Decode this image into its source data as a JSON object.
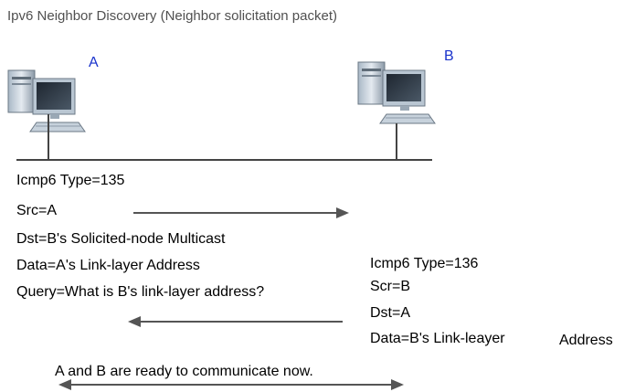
{
  "title": "Ipv6 Neighbor Discovery (Neighbor solicitation packet)",
  "hosts": {
    "a": {
      "label": "A",
      "icon": "computer-icon"
    },
    "b": {
      "label": "B",
      "icon": "computer-icon"
    }
  },
  "solicitation": {
    "lines": [
      "Icmp6 Type=135",
      "Src=A",
      "Dst=B's Solicited-node Multicast",
      "Data=A's Link-layer Address",
      "Query=What is B's link-layer address?"
    ]
  },
  "advertisement": {
    "lines": [
      "Icmp6 Type=136",
      "Scr=B",
      "Dst=A",
      "Data=B's Link-leayer",
      "Address"
    ]
  },
  "status": "A and B are ready to communicate now.",
  "colors": {
    "label": "#1a33cc",
    "title": "#505050",
    "arrow": "#555555",
    "bus": "#444444"
  }
}
